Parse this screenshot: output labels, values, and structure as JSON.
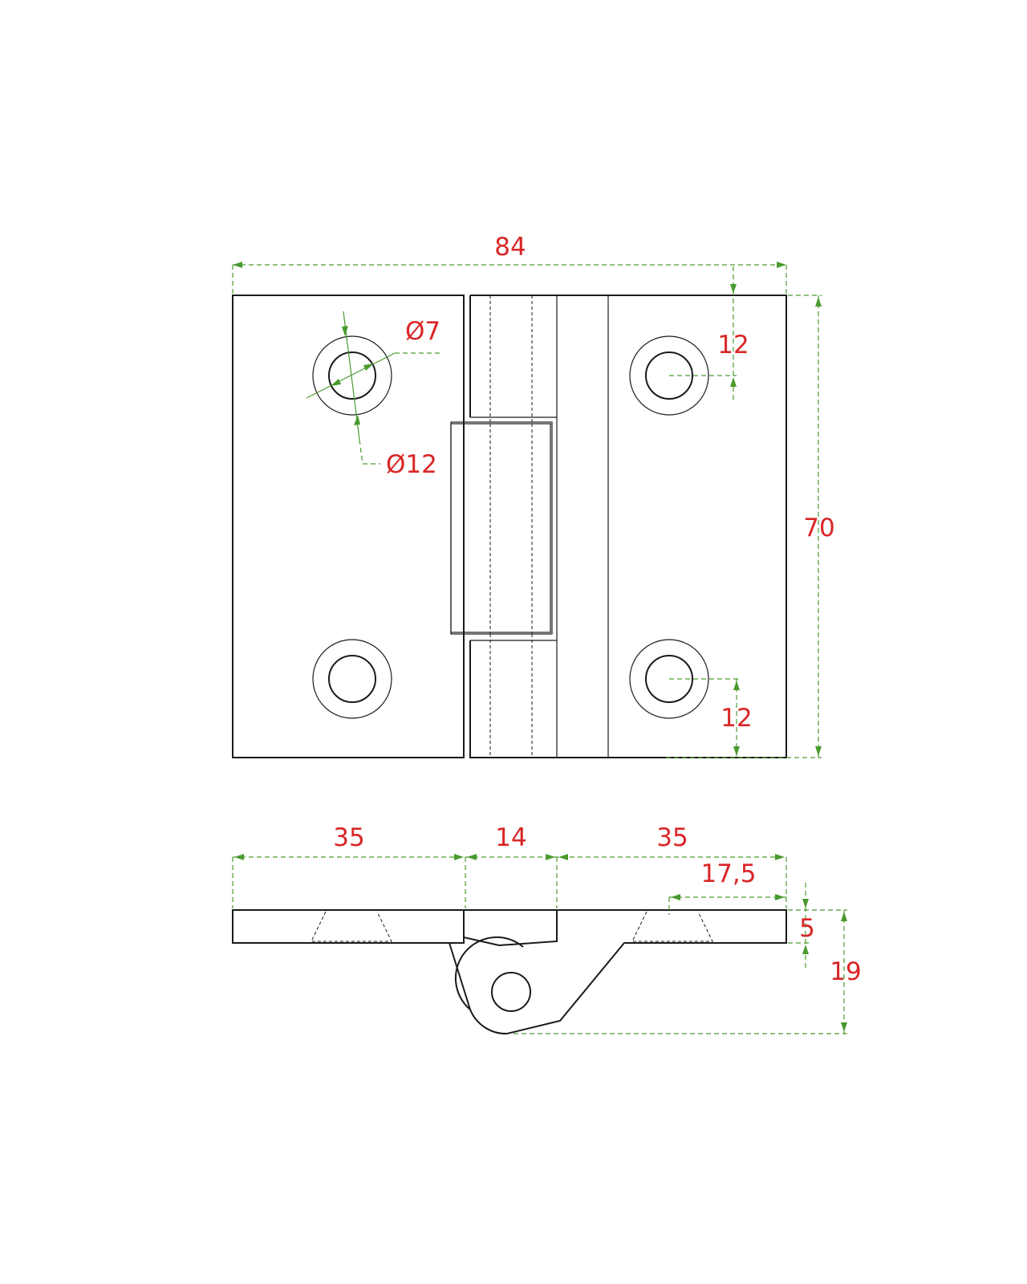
{
  "colors": {
    "part_outline": "#1a1a1a",
    "dimension_lines": "#4a9a2e",
    "dimension_text": "#d92626"
  },
  "top_view": {
    "overall_width": "84",
    "overall_height": "70",
    "hole_diameter": "Ø7",
    "counterbore_diameter": "Ø12",
    "top_hole_offset": "12",
    "bottom_hole_offset": "12"
  },
  "side_view": {
    "left_leaf_width": "35",
    "knuckle_width": "14",
    "right_leaf_width": "35",
    "hole_center_offset": "17,5",
    "plate_thickness": "5",
    "total_height": "19"
  }
}
